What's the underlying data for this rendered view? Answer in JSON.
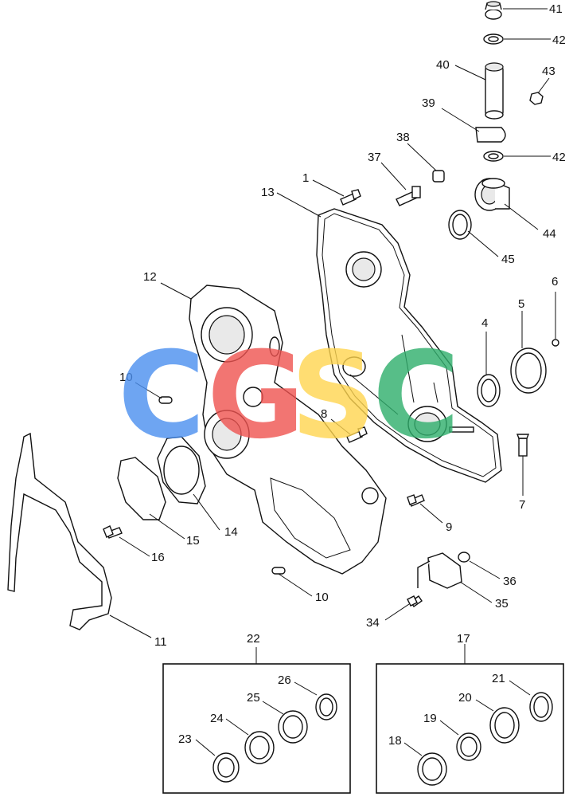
{
  "labels": {
    "l1": "1",
    "l4": "4",
    "l5": "5",
    "l6": "6",
    "l7": "7",
    "l8": "8",
    "l9": "9",
    "l10a": "10",
    "l10b": "10",
    "l11": "11",
    "l12": "12",
    "l13": "13",
    "l14": "14",
    "l15": "15",
    "l16": "16",
    "l17": "17",
    "l18": "18",
    "l19": "19",
    "l20": "20",
    "l21": "21",
    "l22": "22",
    "l23": "23",
    "l24": "24",
    "l25": "25",
    "l26": "26",
    "l34": "34",
    "l35": "35",
    "l36": "36",
    "l37": "37",
    "l38": "38",
    "l39": "39",
    "l40": "40",
    "l41": "41",
    "l42a": "42",
    "l42b": "42",
    "l43": "43",
    "l44": "44",
    "l45": "45"
  },
  "watermark": {
    "letters": [
      "C",
      "G",
      "S",
      "C"
    ],
    "colors": [
      "#4a8ff0",
      "#ef5350",
      "#ffd54f",
      "#2eae6b"
    ]
  }
}
